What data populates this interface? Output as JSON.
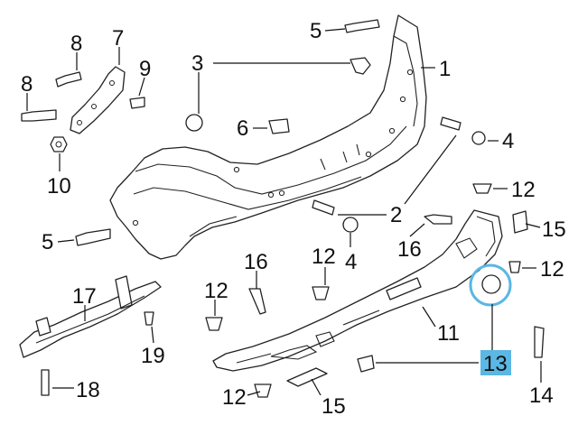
{
  "callouts": [
    {
      "id": "c5a",
      "label": "5"
    },
    {
      "id": "c8a",
      "label": "8"
    },
    {
      "id": "c7",
      "label": "7"
    },
    {
      "id": "c3",
      "label": "3"
    },
    {
      "id": "c1",
      "label": "1"
    },
    {
      "id": "c9",
      "label": "9"
    },
    {
      "id": "c8b",
      "label": "8"
    },
    {
      "id": "c6",
      "label": "6"
    },
    {
      "id": "c4a",
      "label": "4"
    },
    {
      "id": "c10",
      "label": "10"
    },
    {
      "id": "c12a",
      "label": "12"
    },
    {
      "id": "c2",
      "label": "2"
    },
    {
      "id": "c5b",
      "label": "5"
    },
    {
      "id": "c15a",
      "label": "15"
    },
    {
      "id": "c16a",
      "label": "16"
    },
    {
      "id": "c12b",
      "label": "12"
    },
    {
      "id": "c4b",
      "label": "4"
    },
    {
      "id": "c16b",
      "label": "16"
    },
    {
      "id": "c12c",
      "label": "12"
    },
    {
      "id": "c17",
      "label": "17"
    },
    {
      "id": "c12d",
      "label": "12"
    },
    {
      "id": "c11",
      "label": "11"
    },
    {
      "id": "c19",
      "label": "19"
    },
    {
      "id": "c13",
      "label": "13"
    },
    {
      "id": "c18",
      "label": "18"
    },
    {
      "id": "c12e",
      "label": "12"
    },
    {
      "id": "c15b",
      "label": "15"
    },
    {
      "id": "c14",
      "label": "14"
    }
  ],
  "highlight": {
    "label": "13",
    "color": "#5bb7e3"
  }
}
